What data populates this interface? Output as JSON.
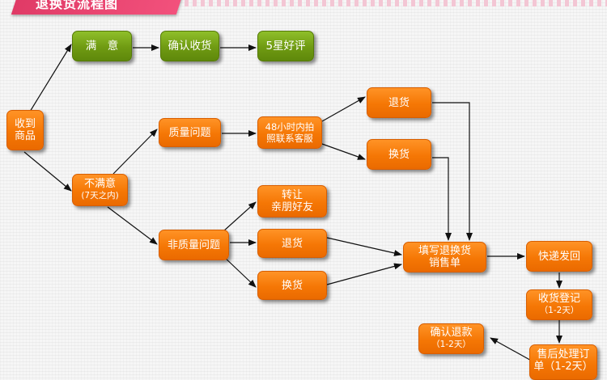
{
  "title": "退换货流程图",
  "nodes": {
    "receive": "收到\n商品",
    "satisfied": "满　意",
    "confirm_receipt": "确认收货",
    "five_star": "5星好评",
    "unsatisfied": "不满意",
    "unsatisfied_sub": "(7天之内)",
    "quality": "质量问题",
    "photo_contact": "48小时内拍\n照联系客服",
    "return_q": "退货",
    "exchange_q": "换货",
    "non_quality": "非质量问题",
    "transfer": "转让\n亲朋好友",
    "return_nq": "退货",
    "exchange_nq": "换货",
    "fill_form": "填写退换货\n销售单",
    "express": "快递发回",
    "register": "收货登记",
    "register_sub": "（1-2天）",
    "confirm_refund": "确认退款",
    "confirm_refund_sub": "（1-2天）",
    "after_sales": "售后处理订\n单（1-2天）"
  },
  "colors": {
    "orange": "#f57705",
    "green": "#6f9a12",
    "banner": "#e8426e"
  }
}
